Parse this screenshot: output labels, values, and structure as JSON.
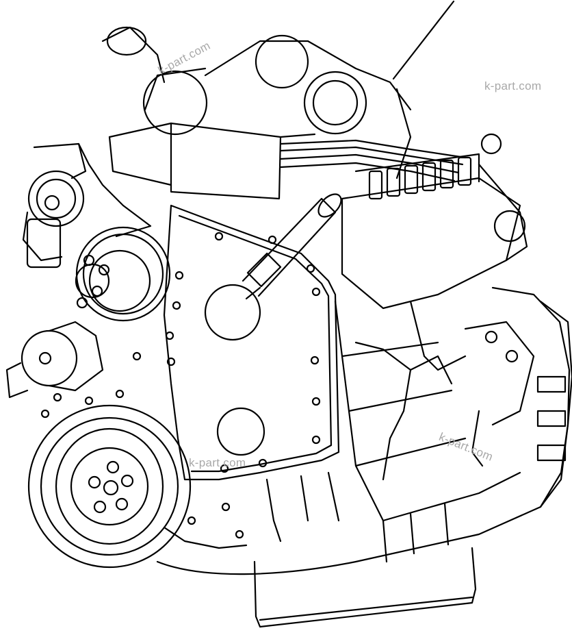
{
  "watermarks": [
    "k-part.com",
    "k-part.com",
    "k-part.com",
    "k-part.com"
  ],
  "colors": {
    "line": "#000000",
    "background": "#ffffff",
    "watermark": "#a8a8a8"
  }
}
